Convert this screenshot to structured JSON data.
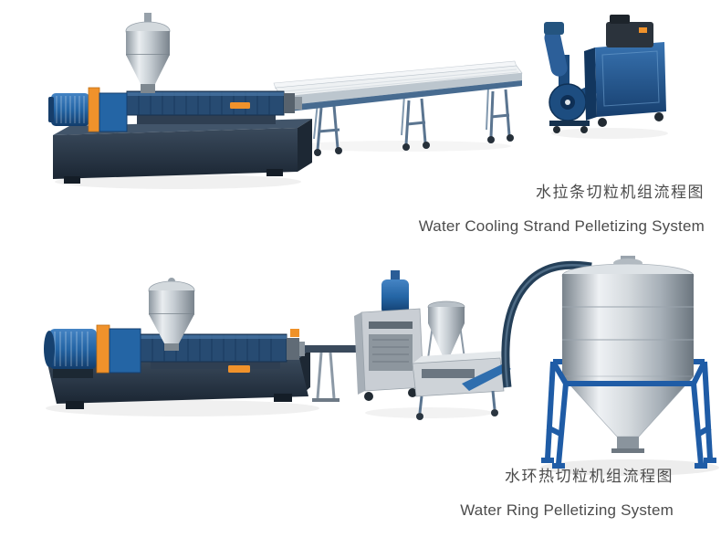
{
  "captions": {
    "strand": {
      "zh": "水拉条切粒机组流程图",
      "en": "Water Cooling Strand Pelletizing System"
    },
    "water_ring": {
      "zh": "水环热切粒机组流程图",
      "en": "Water Ring Pelletizing System"
    }
  },
  "colors": {
    "background": "#ffffff",
    "machine_navy": "#2a3b4d",
    "machine_blue": "#2465a5",
    "accent_orange": "#f0922b",
    "steel_silver": "#c6cdd3",
    "silo_frame_blue": "#1f5ca6",
    "caption_text": "#4c4c4c"
  },
  "illustrations": {
    "strand_system": {
      "parts": [
        "feed-hopper",
        "drive-motor",
        "coupling-guard",
        "gearbox",
        "twin-screw-barrel",
        "machine-base",
        "strand-cooling-conveyor",
        "blower",
        "strand-pelletizer-cabinet"
      ]
    },
    "water_ring_system": {
      "parts": [
        "drive-motor",
        "coupling-guard",
        "gearbox",
        "feed-hopper",
        "twin-screw-barrel",
        "machine-base",
        "die-head",
        "melt-pipe",
        "water-ring-pelletizer",
        "cyclone-hopper",
        "dewatering-vibrating-screen",
        "pellet-conveying-pipe",
        "storage-silo",
        "silo-support-frame"
      ]
    }
  }
}
